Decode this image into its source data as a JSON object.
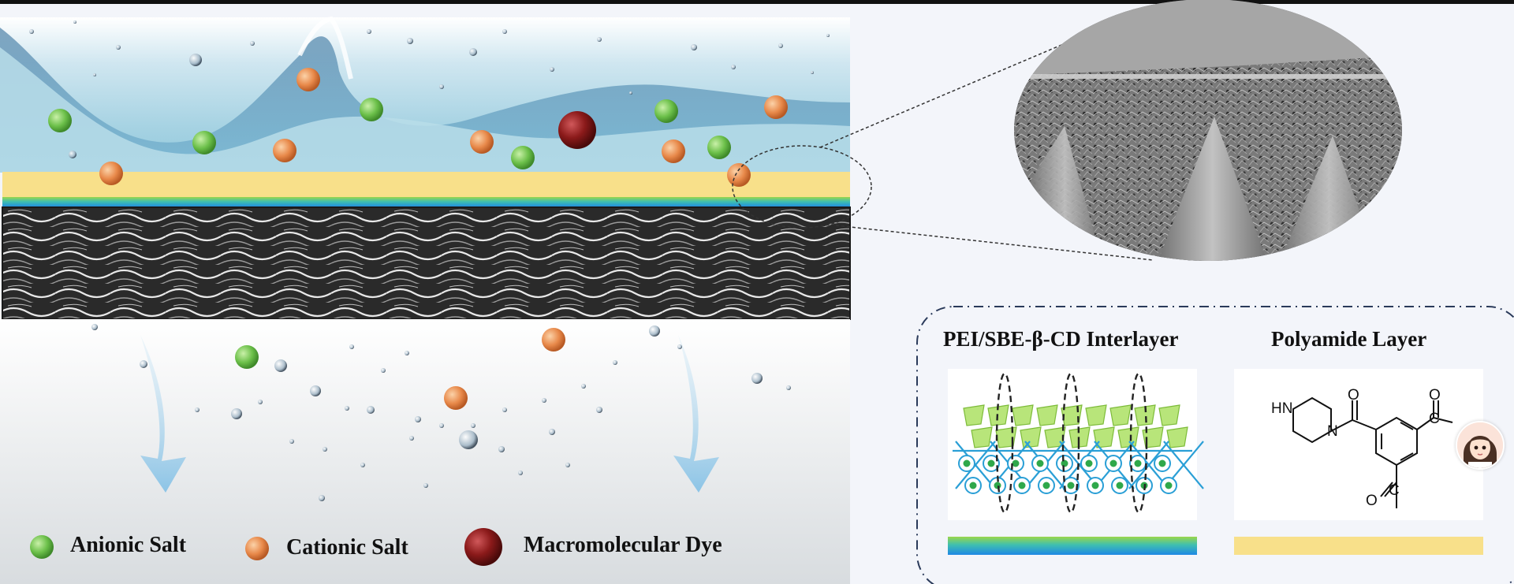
{
  "legend": {
    "anionic": "Anionic Salt",
    "cationic": "Cationic Salt",
    "dye": "Macromolecular Dye"
  },
  "panels": {
    "interlayer_title": "PEI/SBE-β-CD Interlayer",
    "polyamide_title": "Polyamide Layer"
  },
  "chem": {
    "amine": "HN",
    "nitrogen": "N",
    "oxygen": "O",
    "carbon": "C"
  },
  "colors": {
    "anionic": "#6cc04a",
    "cationic": "#e8894a",
    "dye": "#8b1a1a",
    "polyamide": "#f8e08a",
    "water": "#3f87b5"
  }
}
